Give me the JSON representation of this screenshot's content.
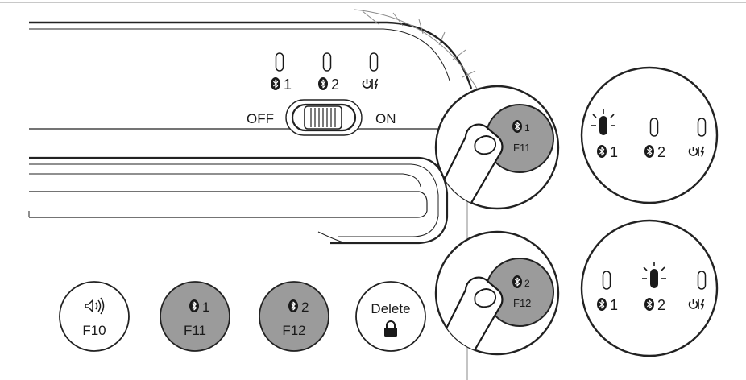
{
  "colors": {
    "line": "#222222",
    "light_line": "#9a9a9a",
    "key_fill": "#9b9b9b",
    "white": "#ffffff"
  },
  "icons": [
    "bluetooth-icon",
    "power-charge-icon",
    "speaker-volume-icon",
    "lock-icon",
    "finger-icon",
    "led-indicator-icon"
  ],
  "leds": {
    "ch1": "1",
    "ch2": "2"
  },
  "switch": {
    "off_label": "OFF",
    "on_label": "ON"
  },
  "zoom_top": {
    "key_num": "1",
    "key_f": "F11",
    "lit": "1",
    "ch1": "1",
    "ch2": "2"
  },
  "zoom_bottom": {
    "key_num": "2",
    "key_f": "F12",
    "lit": "2",
    "ch1": "1",
    "ch2": "2"
  },
  "keys": {
    "f10": {
      "label": "F10"
    },
    "f11": {
      "num": "1",
      "label": "F11"
    },
    "f12": {
      "num": "2",
      "label": "F12"
    },
    "delete": {
      "label": "Delete"
    }
  }
}
